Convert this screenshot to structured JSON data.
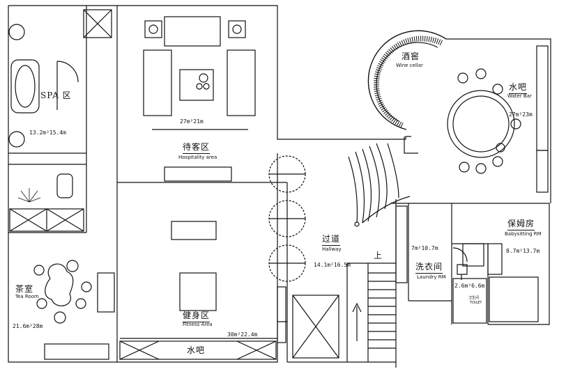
{
  "plan": {
    "spa": {
      "name": "SPA 区",
      "area": "13.2m²15.4m"
    },
    "tea_room": {
      "cn": "茶室",
      "en": "Tea Room",
      "area": "21.6m²28m"
    },
    "hospitality": {
      "cn": "待客区",
      "en": "Hospitality area",
      "area": "27m²21m"
    },
    "fitness": {
      "cn": "健身区",
      "en": "Fitness Area",
      "area": "30m²22.4m"
    },
    "water_bar_bottom": {
      "cn": "水吧"
    },
    "hallway": {
      "cn": "过道",
      "en": "Hallway",
      "area": "14.1m²16.5m"
    },
    "wine_cellar": {
      "cn": "酒窖",
      "en": "Wine cellar"
    },
    "water_bar": {
      "cn": "水吧",
      "en": "Water Bar",
      "area": "27m²23m"
    },
    "babysitting": {
      "cn": "保姆房",
      "en": "Babysitting RM",
      "area": "8.7m²13.7m"
    },
    "laundry": {
      "cn": "洗衣间",
      "en": "Laundry RM",
      "area": "7m²10.7m"
    },
    "bathroom": {
      "cn": "卫生间",
      "en": "TOILET",
      "area": "2.6m²6.6m"
    },
    "stair_mark": {
      "text": "上"
    }
  }
}
